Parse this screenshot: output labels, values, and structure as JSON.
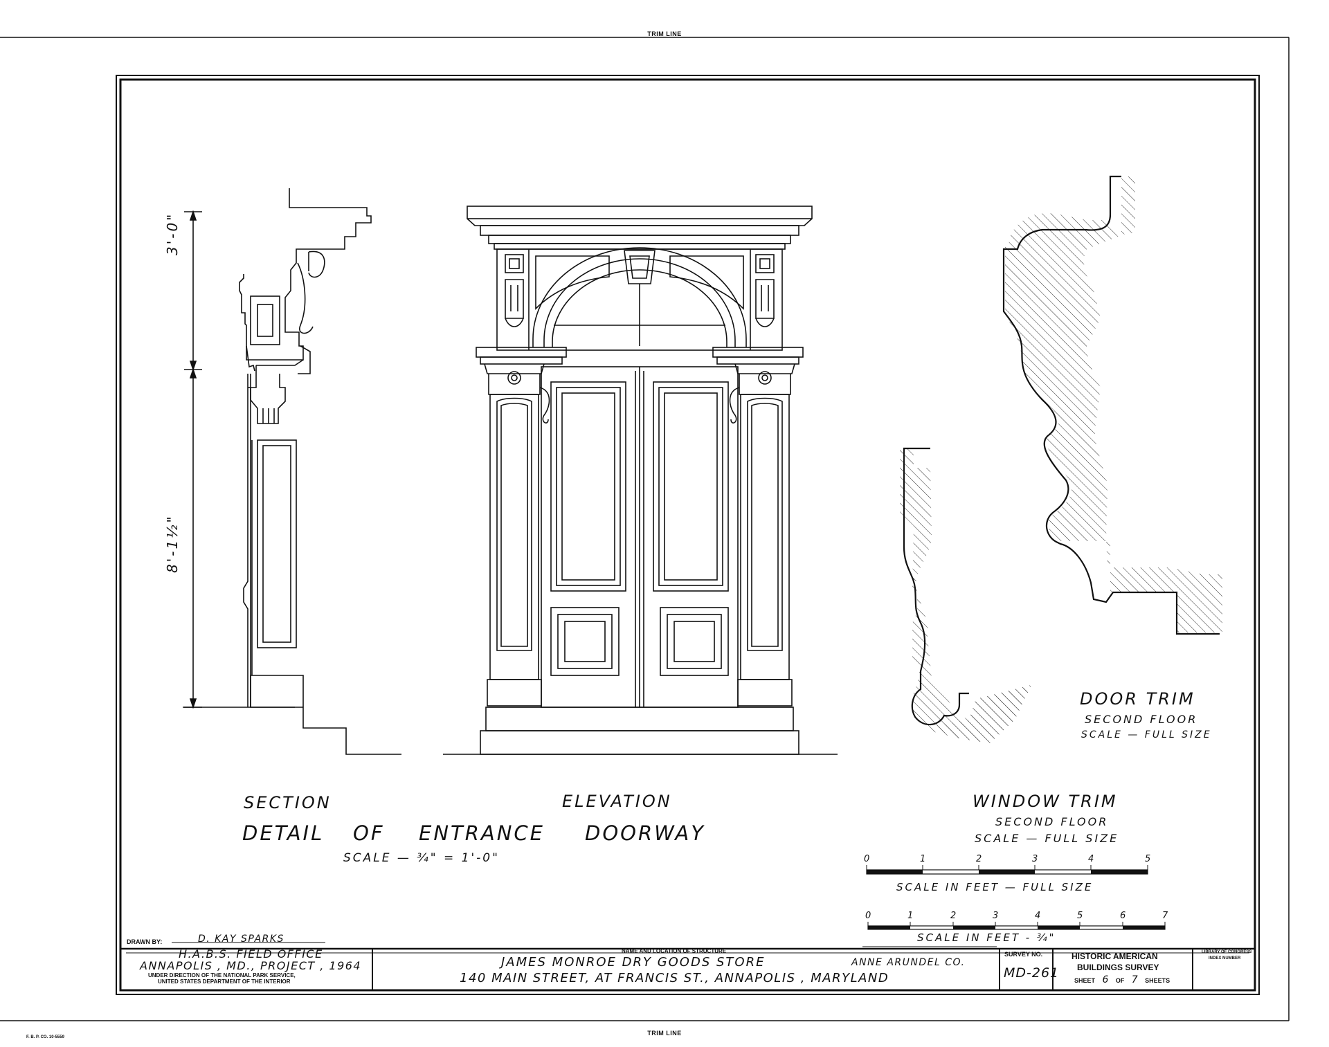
{
  "trim_line_top": "TRIM LINE",
  "trim_line_bottom": "TRIM LINE",
  "printer_mark": "F. B. P. CO.   10-5559",
  "drawing": {
    "section": {
      "label": "SECTION",
      "dim_upper": "3'-0\"",
      "dim_lower": "8'-1½\""
    },
    "elevation": {
      "label": "ELEVATION"
    },
    "main_title": [
      "DETAIL",
      "OF",
      "ENTRANCE",
      "DOORWAY"
    ],
    "main_scale": "SCALE   —   ¾\" = 1'-0\"",
    "door_trim": {
      "title": "DOOR  TRIM",
      "floor": "SECOND  FLOOR",
      "scale": "SCALE  — FULL  SIZE"
    },
    "window_trim": {
      "title": "WINDOW  TRIM",
      "floor": "SECOND  FLOOR",
      "scale": "SCALE  —  FULL  SIZE"
    },
    "scale_bar_full": {
      "ticks": [
        "0",
        "1",
        "2",
        "3",
        "4",
        "5"
      ],
      "caption": "SCALE  IN FEET  —  FULL SIZE"
    },
    "scale_bar_three_quarter": {
      "ticks": [
        "0",
        "1",
        "2",
        "3",
        "4",
        "5",
        "6",
        "7"
      ],
      "caption": "SCALE  IN  FEET  -  ¾\""
    }
  },
  "title_block": {
    "drawn_by_label": "DRAWN BY:",
    "drawn_by": "D. KAY SPARKS",
    "office_line1": "H.A.B.S. FIELD OFFICE",
    "office_line2": "ANNAPOLIS , MD., PROJECT , 1964",
    "office_line3": "UNDER DIRECTION OF THE NATIONAL PARK SERVICE,",
    "office_line4": "UNITED STATES DEPARTMENT OF THE INTERIOR",
    "name_label": "NAME AND LOCATION OF STRUCTURE",
    "structure_name": "JAMES  MONROE  DRY  GOODS  STORE",
    "county": "ANNE  ARUNDEL  CO.",
    "address": "140 MAIN STREET,  AT  FRANCIS  ST.,  ANNAPOLIS , MARYLAND",
    "survey_label": "SURVEY NO.",
    "survey_no": "MD-261",
    "agency_line1": "HISTORIC AMERICAN",
    "agency_line2": "BUILDINGS SURVEY",
    "sheet_prefix": "SHEET",
    "sheet_no": "6",
    "sheet_of": "OF",
    "sheet_total": "7",
    "sheet_suffix": "SHEETS",
    "loc_label_line1": "LIBRARY OF CONGRESS",
    "loc_label_line2": "INDEX NUMBER"
  }
}
